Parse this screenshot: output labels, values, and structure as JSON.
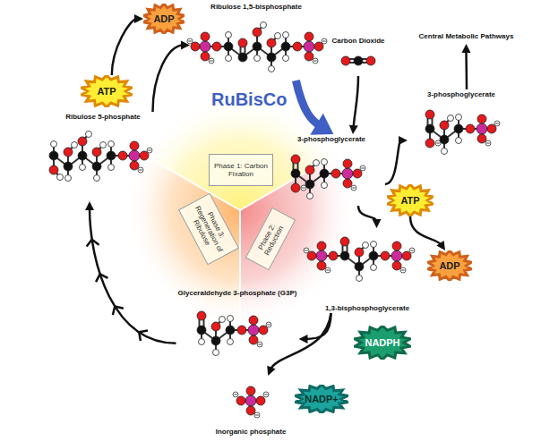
{
  "diagram": {
    "nodes": [
      {
        "text": [
          "Ribulose 1,5-bisphosphate"
        ]
      },
      {
        "text": [
          "Carbon Dioxide"
        ]
      },
      {
        "text": [
          "3-phosphoglycerate"
        ]
      },
      {
        "text": [
          "3-phosphoglycerate"
        ]
      },
      {
        "text": [
          "Central Metabolic Pathways"
        ]
      },
      {
        "text": [
          "1,3-bisphosphoglycerate"
        ]
      },
      {
        "text": [
          "Glyceraldehyde 3-phosphate (G3P)"
        ]
      },
      {
        "text": [
          "Inorganic phosphate"
        ]
      },
      {
        "text": [
          "Ribulose 5-phosphate"
        ]
      },
      {
        "text": [
          "ATP"
        ]
      },
      {
        "text": [
          "ADP"
        ]
      },
      {
        "text": [
          "ATP"
        ]
      },
      {
        "text": [
          "ADP"
        ]
      },
      {
        "text": [
          "NADPH"
        ]
      },
      {
        "text": [
          "NADP+"
        ]
      },
      {
        "text": [
          "Phase 1: Carbon Fixation"
        ]
      },
      {
        "text": [
          "Phase 2: Reduction"
        ]
      },
      {
        "text": [
          "Phase 3: Regeneration of Ribulose"
        ]
      }
    ],
    "edges": [
      {
        "from": 0,
        "to": 2,
        "label": "RuBisCo",
        "arrow": "to"
      },
      {
        "from": 1,
        "to": 2,
        "arrow": "to"
      },
      {
        "from": 2,
        "to": 3,
        "arrow": "to"
      },
      {
        "from": 3,
        "to": 4,
        "arrow": "to"
      },
      {
        "from": 2,
        "to": 5,
        "arrow": "to"
      },
      {
        "from": 11,
        "to": 12,
        "arrow": "to"
      },
      {
        "from": 5,
        "to": 6,
        "arrow": "to"
      },
      {
        "from": 5,
        "to": 7,
        "arrow": "to"
      },
      {
        "from": 6,
        "to": 8,
        "arrow": "to"
      },
      {
        "from": 8,
        "to": 0,
        "arrow": "to"
      },
      {
        "from": 9,
        "to": 10,
        "arrow": "to"
      }
    ]
  }
}
